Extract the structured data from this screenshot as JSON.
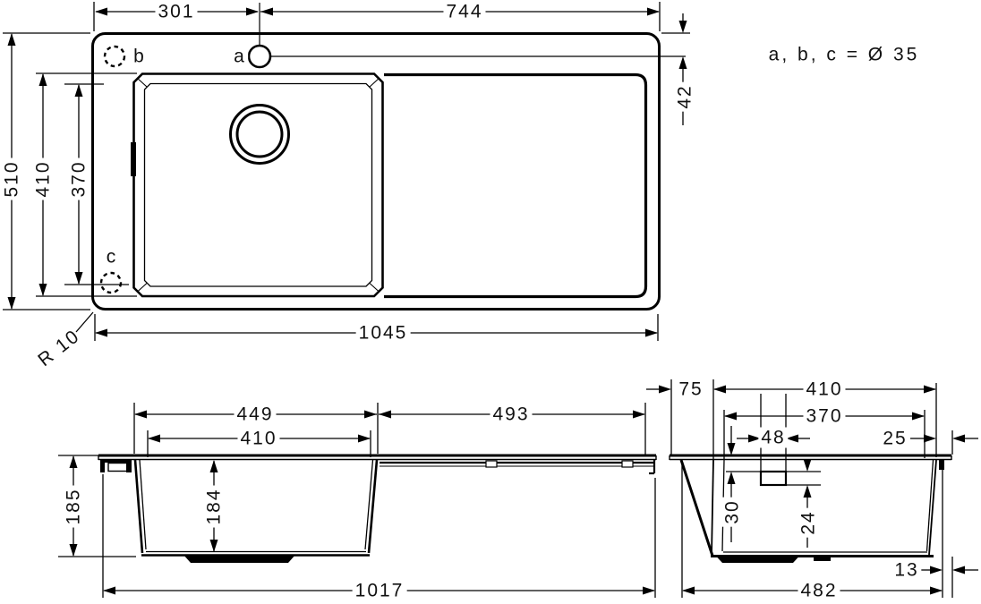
{
  "drawing_title": "sink-dimension-drawing",
  "note": "a, b, c = Ø 35",
  "top": {
    "dim_left": "301",
    "dim_right": "744",
    "dim_total": "1045",
    "dim_depth": "510",
    "dim_basin_outer": "410",
    "dim_basin_inner": "370",
    "dim_hole_offset": "42",
    "radius_label": "R 10",
    "hole_a": "a",
    "hole_b": "b",
    "hole_c": "c"
  },
  "front": {
    "dim_basin_outer_w": "449",
    "dim_board_w": "493",
    "dim_basin_inner_w": "410",
    "dim_total_h": "185",
    "dim_basin_h": "184",
    "dim_body_w": "1017"
  },
  "side": {
    "dim_rim_left": "75",
    "dim_basin_outer": "410",
    "dim_basin_inner": "370",
    "dim_overflow_w": "48",
    "dim_rim_right": "25",
    "dim_overflow_top": "30",
    "dim_overflow_h": "24",
    "dim_rim_edge": "13",
    "dim_body_d": "482"
  }
}
